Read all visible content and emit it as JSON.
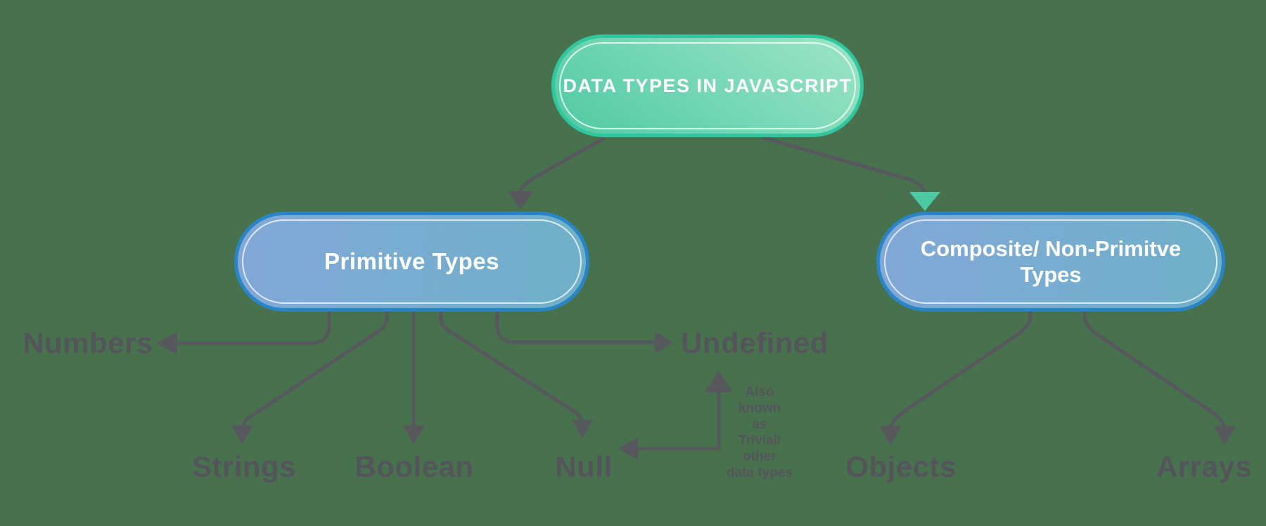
{
  "diagram": {
    "title": "Data types in JavaScript flowchart",
    "colors": {
      "background": "#48714E",
      "connector_gray": "#57585E",
      "label_gray": "#54555B",
      "teal_arrowhead": "#4AC9A3",
      "root_border": "#30C69E",
      "root_fill_start": "#50C9A4",
      "root_fill_end": "#99E4C4",
      "branch_border": "#2A85C6",
      "branch_fill_start": "#81A8D8",
      "branch_fill_end": "#6FB0C8"
    },
    "root": {
      "label": "DATA TYPES IN JAVASCRIPT"
    },
    "branches": [
      {
        "label": "Primitive Types"
      },
      {
        "label": "Composite/ Non-Primitve Types"
      }
    ],
    "leaves": [
      {
        "label": "Numbers"
      },
      {
        "label": "Strings"
      },
      {
        "label": "Boolean"
      },
      {
        "label": "Null"
      },
      {
        "label": "Undefined"
      },
      {
        "label": "Objects"
      },
      {
        "label": "Arrays"
      }
    ],
    "note": {
      "lines": [
        "Also",
        "known",
        "as",
        "Trivial/",
        "other",
        "data types"
      ]
    }
  }
}
